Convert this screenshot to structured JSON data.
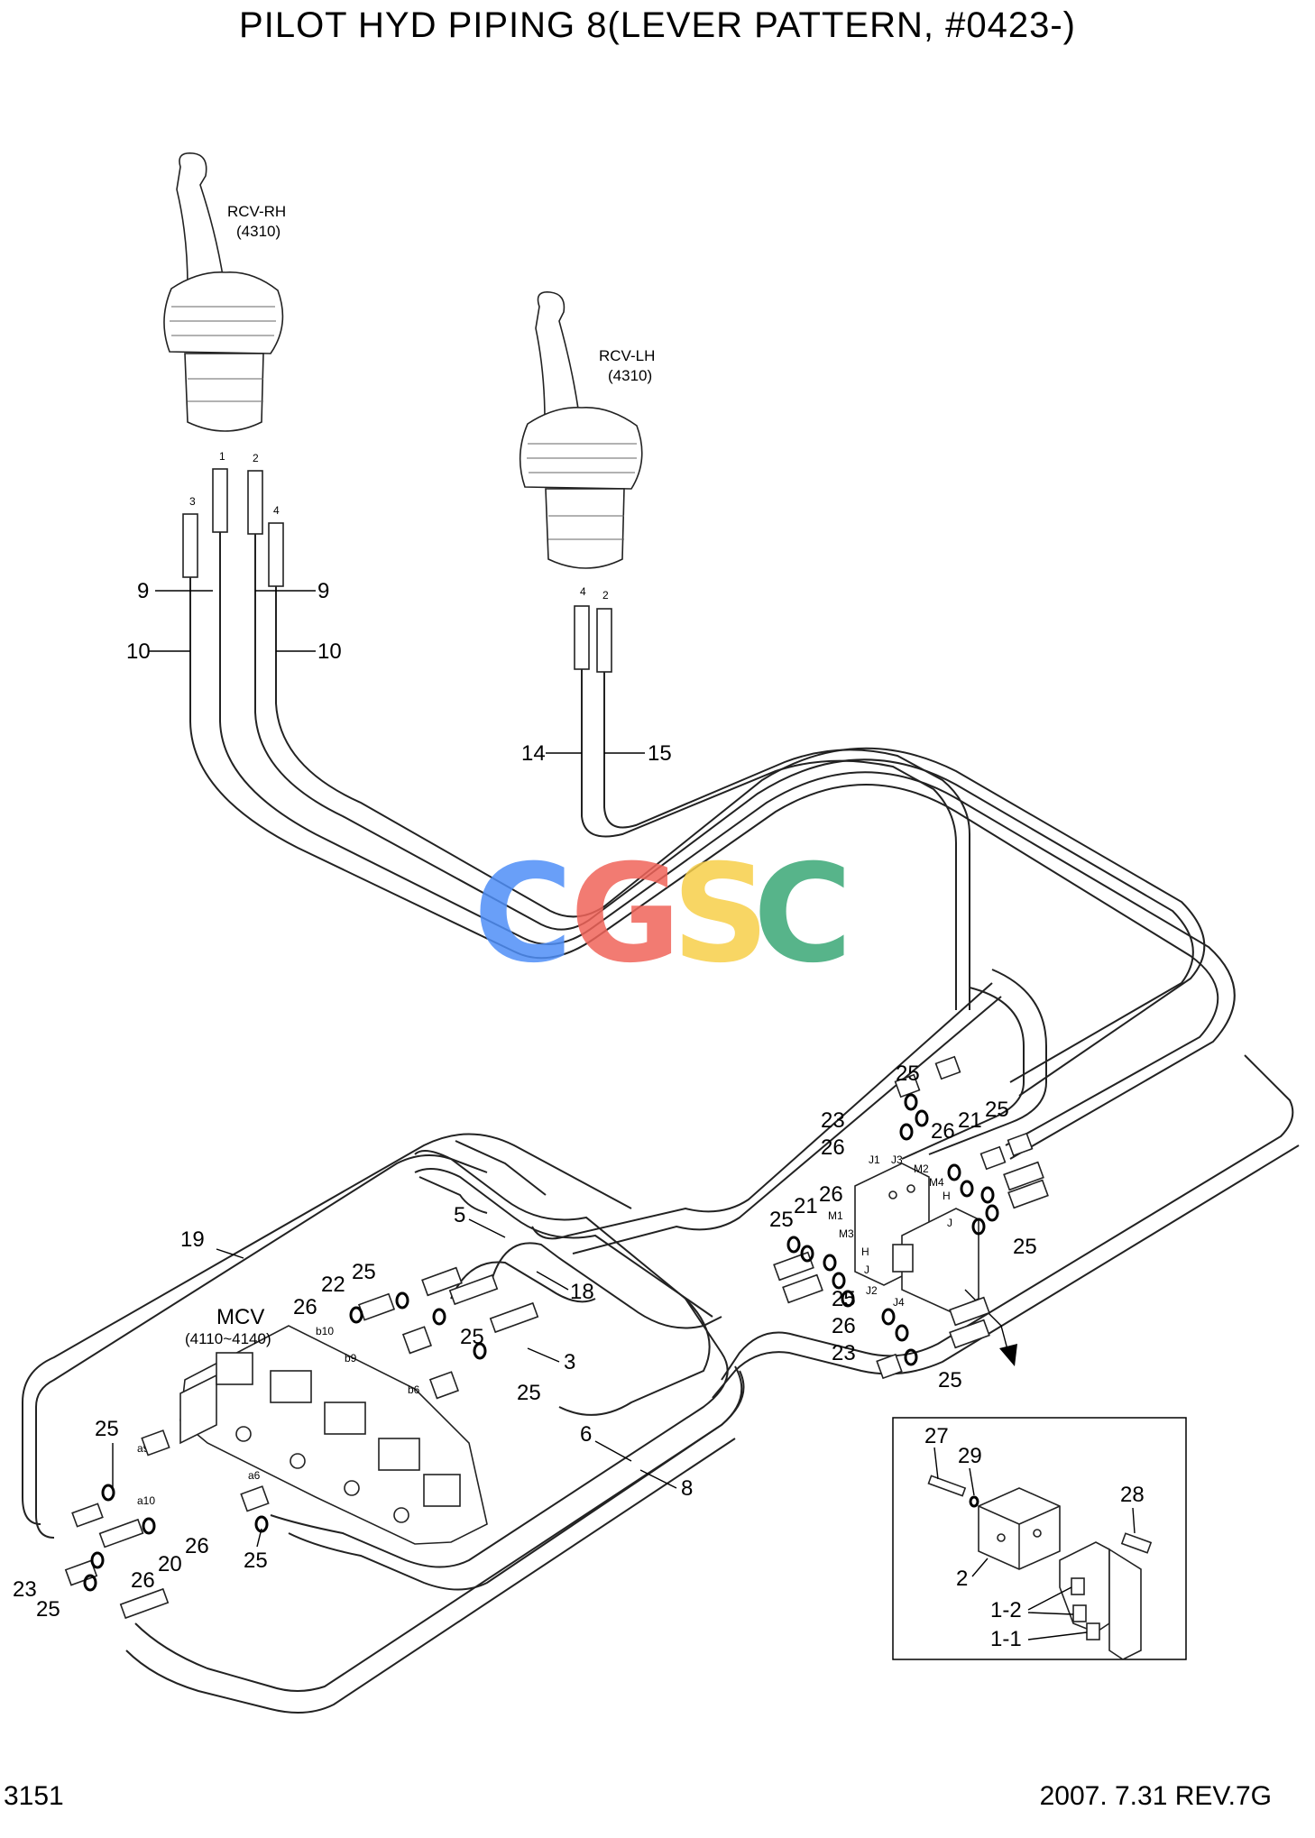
{
  "title": "PILOT HYD PIPING 8(LEVER PATTERN, #0423-)",
  "page_number": "3151",
  "revision": "2007. 7.31  REV.7G",
  "watermark": {
    "letters": [
      "C",
      "G",
      "S",
      "C"
    ],
    "colors": [
      "#4f8ff7",
      "#f0645a",
      "#f7cf4a",
      "#3aa876"
    ]
  },
  "components": {
    "rcv_rh": {
      "name": "RCV-RH",
      "code": "(4310)"
    },
    "rcv_lh": {
      "name": "RCV-LH",
      "code": "(4310)"
    },
    "mcv": {
      "name": "MCV",
      "code": "(4110~4140)"
    }
  },
  "port_labels": {
    "rh": [
      "1",
      "2",
      "3",
      "4"
    ],
    "lh": [
      "4",
      "2"
    ],
    "mcv": [
      "b10",
      "b9",
      "b6",
      "a9",
      "a10",
      "a6"
    ],
    "block": [
      "J1",
      "J3",
      "M2",
      "M4",
      "H",
      "M1",
      "M3",
      "J",
      "H",
      "J",
      "J2",
      "J4"
    ]
  },
  "callouts": [
    "9",
    "9",
    "10",
    "10",
    "14",
    "15",
    "25",
    "23",
    "26",
    "25",
    "26",
    "21",
    "25",
    "21",
    "26",
    "25",
    "19",
    "5",
    "18",
    "22",
    "25",
    "26",
    "25",
    "3",
    "25",
    "25",
    "26",
    "23",
    "25",
    "6",
    "8",
    "25",
    "20",
    "26",
    "26",
    "25",
    "23",
    "25"
  ],
  "detail_callouts": [
    "27",
    "29",
    "28",
    "2",
    "1-2",
    "1-1"
  ]
}
